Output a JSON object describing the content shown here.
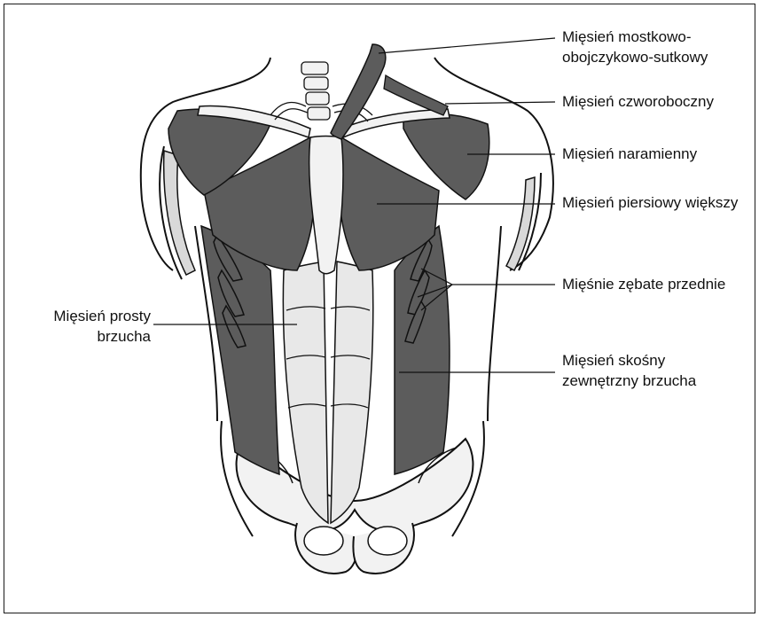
{
  "labels": {
    "sternocleidomastoid": [
      "Mięsień mostkowo-",
      "obojczykowo-sutkowy"
    ],
    "trapezius": "Mięsień czworoboczny",
    "deltoid": "Mięsień naramienny",
    "pectoralis_major": "Mięsień piersiowy większy",
    "serratus_anterior": "Mięśnie zębate przednie",
    "rectus_abdominis": [
      "Mięsień prosty",
      "brzucha"
    ],
    "external_oblique": [
      "Mięsień skośny",
      "zewnętrzny brzucha"
    ]
  },
  "colors": {
    "muscle": "#5c5c5c",
    "bone": "#f2f2f2",
    "tendon": "#e8e8e8",
    "skin_outline": "#111111",
    "leader_line": "#111111"
  }
}
